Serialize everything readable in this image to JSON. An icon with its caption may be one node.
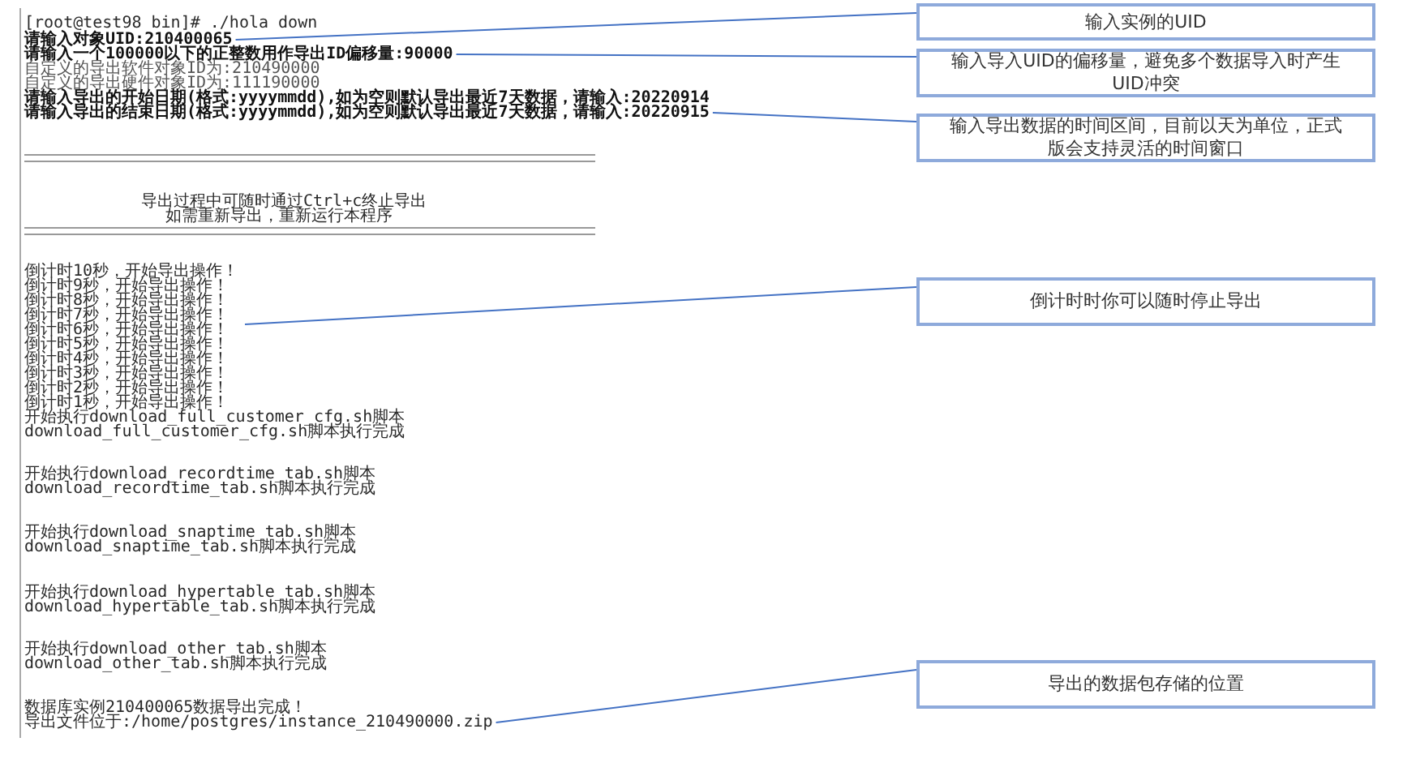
{
  "diagram": {
    "nodes": [
      {
        "text": [
          "请输入对象UID:210400065"
        ]
      },
      {
        "text": [
          "请输入一个100000以下的正整数用作导出ID偏移量:90000"
        ]
      },
      {
        "text": [
          "请输入导出的结束日期(格式:yyyymmdd),如为空则默认导出最近7天数据，请输入:20220915"
        ]
      },
      {
        "text": [
          "倒计时10秒，开始导出操作！倒计时9秒，开始导出操作！倒计时8秒，开始导出操作！倒计时7秒，开始导出操作！倒计时6秒，开始导出操作！倒计时5秒，开始导出操作！倒计时4秒，开始导出操作！倒计时3秒，开始导出操作！倒计时2秒，开始导出操作！倒计时1秒，开始导出操作！"
        ]
      },
      {
        "text": [
          "导出文件位于:/home/postgres/instance_210490000.zip"
        ]
      },
      {
        "text": [
          "输入实例的UID"
        ]
      },
      {
        "text": [
          "输入导入UID的偏移量，避免多个数据导入时产生UID冲突"
        ]
      },
      {
        "text": [
          "输入导出数据的时间区间，目前以天为单位，正式版会支持灵活的时间窗口"
        ]
      },
      {
        "text": [
          "倒计时时你可以随时停止导出"
        ]
      },
      {
        "text": [
          "导出的数据包存储的位置"
        ]
      }
    ],
    "edges": [
      {
        "from": 0,
        "to": 5,
        "arrow": "none"
      },
      {
        "from": 1,
        "to": 6,
        "arrow": "none"
      },
      {
        "from": 2,
        "to": 7,
        "arrow": "none"
      },
      {
        "from": 3,
        "to": 8,
        "arrow": "none"
      },
      {
        "from": 4,
        "to": 9,
        "arrow": "none"
      }
    ],
    "labels": [
      "[root@test98 bin]# ./hola down",
      "自定义的导出软件对象ID为:210490000",
      "自定义的导出硬件对象ID为:111190000",
      "请输入导出的开始日期(格式:yyyymmdd),如为空则默认导出最近7天数据，请输入:20220914",
      "导出过程中可随时通过Ctrl+c终止导出",
      "如需重新导出，重新运行本程序",
      "开始执行download_full_customer_cfg.sh脚本",
      "download_full_customer_cfg.sh脚本执行完成",
      "开始执行download_recordtime_tab.sh脚本",
      "download_recordtime_tab.sh脚本执行完成",
      "开始执行download_snaptime_tab.sh脚本",
      "download_snaptime_tab.sh脚本执行完成",
      "开始执行download_hypertable_tab.sh脚本",
      "download_hypertable_tab.sh脚本执行完成",
      "开始执行download_other_tab.sh脚本",
      "download_other_tab.sh脚本执行完成",
      "数据库实例210400065数据导出完成！"
    ]
  }
}
